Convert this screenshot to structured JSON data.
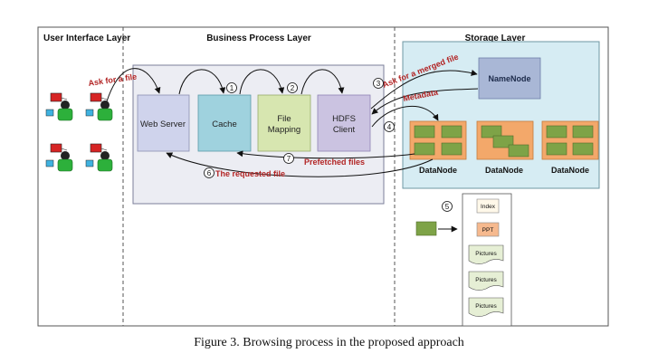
{
  "layers": {
    "ui": "User Interface Layer",
    "business": "Business Process Layer",
    "storage": "Storage Layer"
  },
  "components": {
    "web_server": "Web Server",
    "cache": "Cache",
    "file_mapping_line1": "File",
    "file_mapping_line2": "Mapping",
    "hdfs_line1": "HDFS",
    "hdfs_line2": "Client",
    "namenode": "NameNode",
    "datanode": "DataNode"
  },
  "steps": [
    "1",
    "2",
    "3",
    "4",
    "5",
    "6",
    "7"
  ],
  "labels": {
    "ask_file": "Ask for a file",
    "ask_merged": "Ask for a merged file",
    "metadata": "Metadata",
    "prefetched": "Prefetched files",
    "requested": "The requested file"
  },
  "merged_file": {
    "index": "Index",
    "ppt": "PPT",
    "pictures": "Pictures"
  },
  "caption": "Figure 3.    Browsing process in the proposed approach",
  "colors": {
    "web_server": "#cfd3ec",
    "cache": "#9fd2de",
    "file_mapping": "#d7e6b0",
    "hdfs_client": "#cbc3e1",
    "namenode": "#a9b7d6",
    "storage_bg": "#d6ecf3",
    "business_bg": "#ecedf3",
    "datanode": "#f3a86a",
    "block": "#7ea347",
    "arrow_label": "#b22424",
    "ppt": "#f6b98e",
    "pictures": "#e6efd5"
  }
}
